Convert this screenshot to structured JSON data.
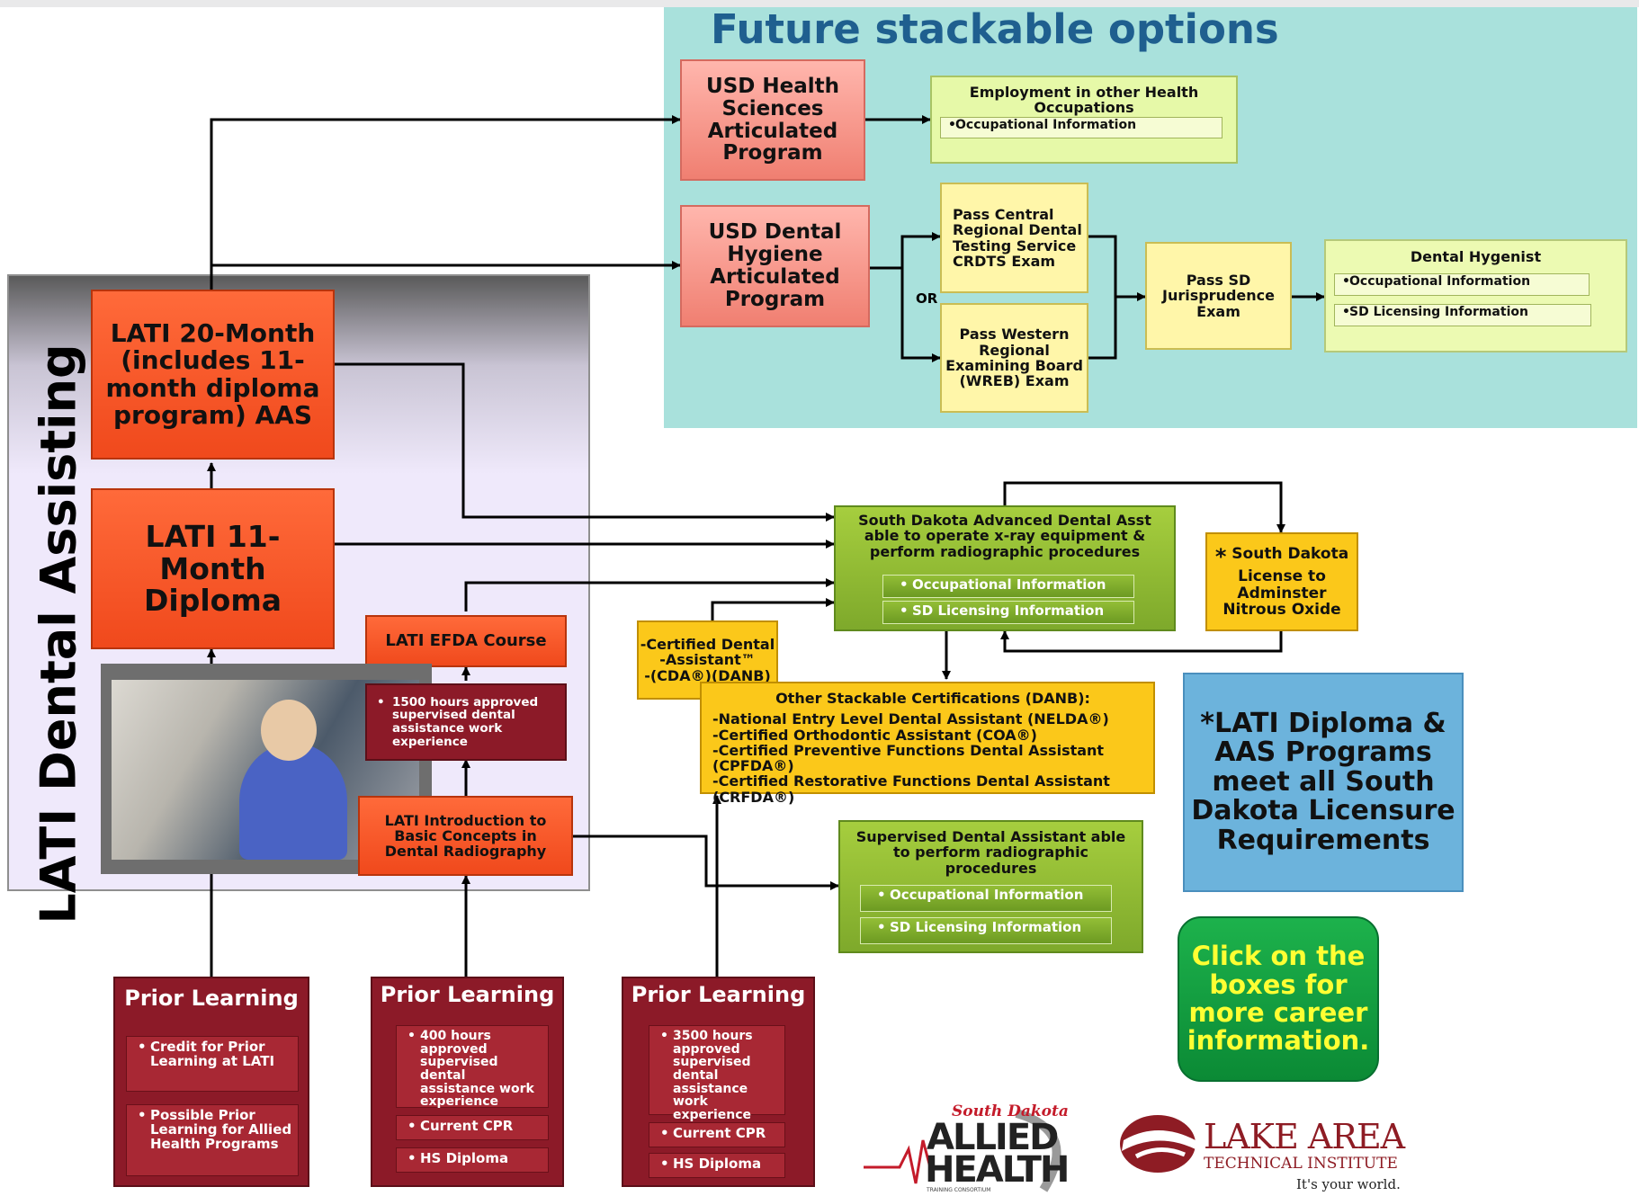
{
  "header": {
    "title": "Future stackable options"
  },
  "side_label": "LATI Dental Assisting",
  "lati": {
    "aas": "LATI 20-Month (includes 11-month diploma program) AAS",
    "diploma": "LATI 11-Month Diploma",
    "efda": "LATI EFDA Course",
    "efda_item": "1500 hours approved supervised dental assistance work experience",
    "radiography": "LATI Introduction to Basic Concepts in Dental Radiography",
    "photo_desc": "photo"
  },
  "future": {
    "usd_health": "USD Health Sciences Articulated Program",
    "employment_title": "Employment in other Health Occupations",
    "employment_item": "Occupational Information",
    "usd_dental": "USD Dental Hygiene Articulated Program",
    "crdts": "Pass Central Regional Dental Testing Service CRDTS Exam",
    "or_label": "OR",
    "wreb": "Pass Western Regional Examining Board (WREB) Exam",
    "jurisprudence": "Pass SD Jurisprudence Exam",
    "hygienist_title": "Dental Hygenist",
    "hygienist_items": [
      "Occupational Information",
      "SD Licensing Information"
    ]
  },
  "advanced": {
    "title": "South Dakota Advanced Dental Asst able to operate x-ray equipment & perform radiographic procedures",
    "items": [
      "Occupational Information",
      "SD Licensing Information"
    ]
  },
  "nitrous": {
    "star": "*",
    "text": "South Dakota License to Adminster Nitrous Oxide"
  },
  "cda": {
    "line1": "-Certified Dental",
    "line2": "-Assistant™",
    "line3": "-(CDA®)(DANB)"
  },
  "danb": {
    "title": "Other Stackable Certifications (DANB):",
    "items": [
      "-National Entry Level Dental Assistant (NELDA®)",
      "-Certified Orthodontic Assistant (COA®)",
      "-Certified Preventive Functions Dental Assistant (CPFDA®)",
      "-Certified Restorative Functions Dental Assistant (CRFDA®)"
    ]
  },
  "supervised": {
    "title": "Supervised Dental Assistant able to perform radiographic procedures",
    "items": [
      "Occupational Information",
      "SD Licensing Information"
    ]
  },
  "note": {
    "star": "*",
    "text": "LATI Diploma & AAS Programs meet all South Dakota Licensure Requirements"
  },
  "click": "Click on the boxes for more career information.",
  "prior": [
    {
      "title": "Prior Learning",
      "items": [
        "Credit for Prior Learning at LATI",
        "Possible Prior Learning for Allied Health Programs"
      ]
    },
    {
      "title": "Prior Learning",
      "items": [
        "400 hours approved supervised dental assistance work experience",
        "Current CPR",
        "HS Diploma"
      ]
    },
    {
      "title": "Prior Learning",
      "items": [
        "3500 hours approved supervised dental assistance work experience",
        "Current CPR",
        "HS Diploma"
      ]
    }
  ],
  "logos": {
    "allied_top": "South Dakota",
    "allied_line1": "ALLIED",
    "allied_line2": "HEALTH",
    "allied_small": "TRAINING CONSORTIUM",
    "lake_line1": "LAKE AREA",
    "lake_line2": "TECHNICAL INSTITUTE",
    "lake_tagline": "It's your world."
  },
  "colors": {
    "teal_panel": "#a9e1dc",
    "lati_orange": "#f0491c",
    "green": "#7ea92b",
    "gold": "#fbc81a",
    "maroon": "#8c1a28"
  }
}
